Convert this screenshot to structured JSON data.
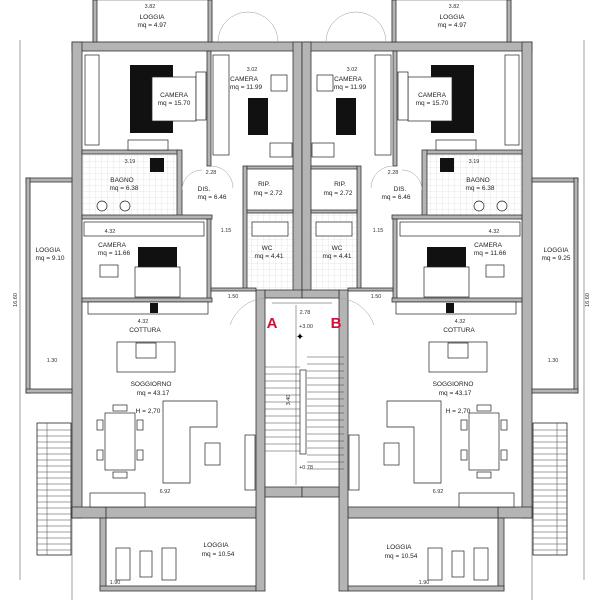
{
  "title": "Floor plan - two mirrored apartments A and B",
  "units": {
    "left": {
      "rooms": [
        {
          "name": "LOGGIA",
          "area": "mq = 4.97"
        },
        {
          "name": "CAMERA",
          "area": "mq = 15.70"
        },
        {
          "name": "CAMERA",
          "area": "mq = 11.99"
        },
        {
          "name": "BAGNO",
          "area": "mq = 6.38"
        },
        {
          "name": "DIS.",
          "area": "mq = 6.46"
        },
        {
          "name": "RIP.",
          "area": "mq = 2.72"
        },
        {
          "name": "WC",
          "area": "mq = 4.41"
        },
        {
          "name": "CAMERA",
          "area": "mq = 11.66"
        },
        {
          "name": "LOGGIA",
          "area": "mq = 9.10"
        },
        {
          "name": "COTTURA"
        },
        {
          "name": "SOGGIORNO",
          "area": "mq = 43.17"
        },
        {
          "name": "LOGGIA",
          "area": "mq = 10.54"
        }
      ],
      "height": "H = 2,70"
    },
    "right": {
      "rooms": [
        {
          "name": "LOGGIA",
          "area": "mq = 4.97"
        },
        {
          "name": "CAMERA",
          "area": "mq = 15.70"
        },
        {
          "name": "CAMERA",
          "area": "mq = 11.99"
        },
        {
          "name": "BAGNO",
          "area": "mq = 6.38"
        },
        {
          "name": "DIS.",
          "area": "mq = 6.46"
        },
        {
          "name": "RIP.",
          "area": "mq = 2.72"
        },
        {
          "name": "WC",
          "area": "mq = 4.41"
        },
        {
          "name": "CAMERA",
          "area": "mq = 11.66"
        },
        {
          "name": "LOGGIA",
          "area": "mq = 9.25"
        },
        {
          "name": "COTTURA"
        },
        {
          "name": "SOGGIORNO",
          "area": "mq = 43.17"
        },
        {
          "name": "LOGGIA",
          "area": "mq = 10.54"
        }
      ],
      "height": "H = 2,70"
    }
  },
  "stair": {
    "unit_a": "A",
    "unit_b": "B",
    "width": "2.78",
    "flight": "3.40",
    "elev_top": "+3.00",
    "elev_bottom": "+0.78"
  },
  "dimensions": {
    "loggia_top": "3.82",
    "camera_width": "3.02",
    "bagno": "3.19",
    "dis": "2.28",
    "passage": "1.15",
    "camera_small": "4.32",
    "corridor": "1.50",
    "cottura": "4.32",
    "loggia_side": "1.30",
    "soggiorno": "6.92",
    "loggia_bottom": "1.90",
    "overall": "16.60"
  },
  "colors": {
    "unit_label": "#d0103a",
    "wall": "#b4b4b4"
  }
}
